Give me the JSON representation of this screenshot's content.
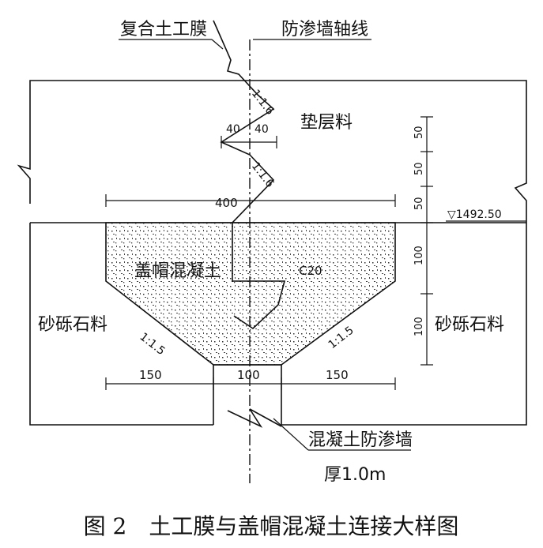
{
  "labels": {
    "composite_geomembrane": "复合土工膜",
    "wall_axis": "防渗墙轴线",
    "cushion_material": "垫层料",
    "cap_concrete": "盖帽混凝土",
    "concrete_grade": "C20",
    "gravel_left": "砂砾石料",
    "gravel_right": "砂砾石料",
    "cutoff_wall": "混凝土防渗墙",
    "wall_thickness": "厚1.0m",
    "elevation": "▽1492.50"
  },
  "dimensions": {
    "slope_upper_1": "1:1.6",
    "slope_upper_2": "1:1.6",
    "slope_left": "1:1.5",
    "slope_right": "1:1.5",
    "fold_left": "40",
    "fold_right": "40",
    "cap_width": "400",
    "wall_width": "100",
    "left_offset": "150",
    "right_offset": "150",
    "right_dim_50a": "50",
    "right_dim_50b": "50",
    "right_dim_50c": "50",
    "right_dim_100a": "100",
    "right_dim_100b": "100"
  },
  "caption": "图 2　土工膜与盖帽混凝土连接大样图"
}
